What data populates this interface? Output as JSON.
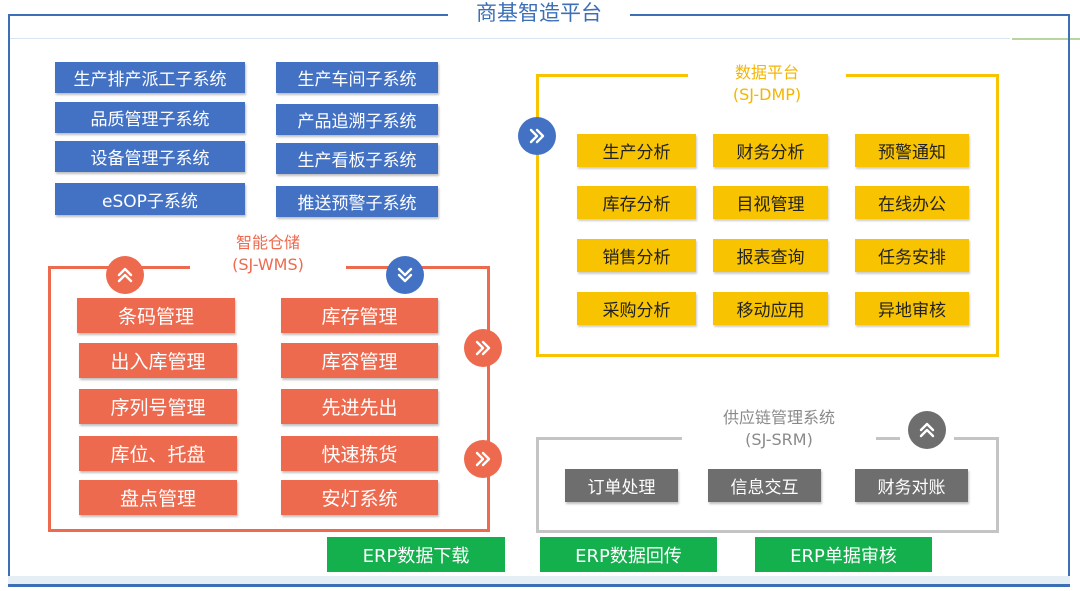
{
  "title": "商基智造平台",
  "blue_modules": [
    "生产排产派工子系统",
    "生产车间子系统",
    "品质管理子系统",
    "产品追溯子系统",
    "设备管理子系统",
    "生产看板子系统",
    "eSOP子系统",
    "推送预警子系统"
  ],
  "wms": {
    "title_line1": "智能仓储",
    "title_line2": "(SJ-WMS)",
    "items": [
      "条码管理",
      "库存管理",
      "出入库管理",
      "库容管理",
      "序列号管理",
      "先进先出",
      "库位、托盘",
      "快速拣货",
      "盘点管理",
      "安灯系统"
    ]
  },
  "dmp": {
    "title_line1": "数据平台",
    "title_line2": "(SJ-DMP)",
    "items": [
      "生产分析",
      "财务分析",
      "预警通知",
      "库存分析",
      "目视管理",
      "在线办公",
      "销售分析",
      "报表查询",
      "任务安排",
      "采购分析",
      "移动应用",
      "异地审核"
    ]
  },
  "srm": {
    "title_line1": "供应链管理系统",
    "title_line2": "(SJ-SRM)",
    "items": [
      "订单处理",
      "信息交互",
      "财务对账"
    ]
  },
  "erp": [
    "ERP数据下载",
    "ERP数据回传",
    "ERP单据审核"
  ],
  "colors": {
    "blue": "#4372c4",
    "red": "#ee6a4e",
    "yellow": "#f8c300",
    "gray": "#6e6e6e",
    "green": "#13b04d"
  },
  "icons": {
    "wms_left": "double-chevron-up-icon",
    "wms_right": "double-chevron-down-icon",
    "dmp": "double-chevron-right-icon",
    "srm": "double-chevron-up-icon"
  }
}
